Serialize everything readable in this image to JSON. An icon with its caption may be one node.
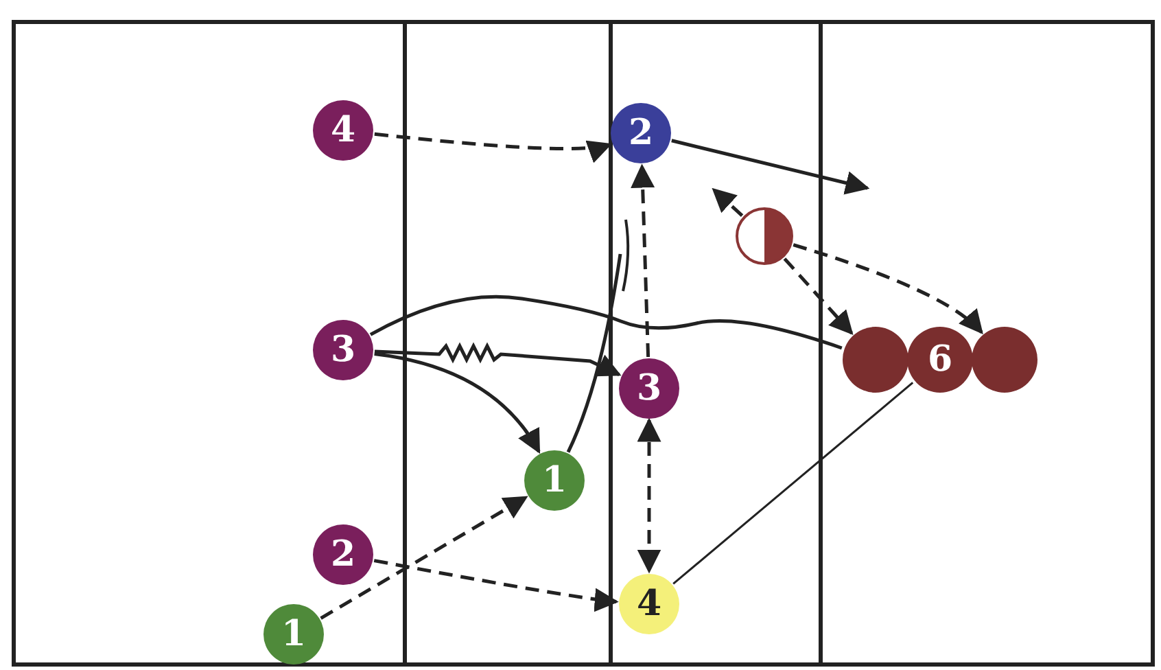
{
  "diagram": {
    "nodes": [
      {
        "text": [
          "4"
        ]
      },
      {
        "text": [
          "2"
        ]
      },
      {
        "text": [],
        "shape": "circle"
      },
      {
        "text": [
          "3"
        ]
      },
      {
        "text": [
          "3"
        ]
      },
      {
        "text": [],
        "shape": "circle"
      },
      {
        "text": [
          "6"
        ]
      },
      {
        "text": [],
        "shape": "circle"
      },
      {
        "text": [
          "1"
        ]
      },
      {
        "text": [
          "2"
        ]
      },
      {
        "text": [
          "1"
        ]
      },
      {
        "text": [
          "4"
        ]
      }
    ],
    "edges": [
      {
        "from": 0,
        "to": 1,
        "arrow": "to",
        "style": "dashed"
      },
      {
        "from": 1,
        "to": null,
        "arrow": "to"
      },
      {
        "from": 4,
        "to": 1,
        "arrow": "to",
        "style": "dashed"
      },
      {
        "from": 2,
        "to": null,
        "arrow": "to",
        "style": "dashed"
      },
      {
        "from": 2,
        "to": 5,
        "arrow": "to",
        "style": "dashed"
      },
      {
        "from": 2,
        "to": 7,
        "arrow": "to",
        "style": "dashed"
      },
      {
        "from": 3,
        "to": 5,
        "arrow": "none"
      },
      {
        "from": 3,
        "to": 4,
        "arrow": "to"
      },
      {
        "from": 3,
        "to": 8,
        "arrow": "to"
      },
      {
        "from": 8,
        "to": null,
        "arrow": "none"
      },
      {
        "from": 10,
        "to": 8,
        "arrow": "to",
        "style": "dashed"
      },
      {
        "from": 9,
        "to": 11,
        "arrow": "to",
        "style": "dashed"
      },
      {
        "from": 4,
        "to": 11,
        "arrow": "both",
        "style": "dashed"
      },
      {
        "from": 11,
        "to": 6,
        "arrow": "none"
      }
    ]
  }
}
